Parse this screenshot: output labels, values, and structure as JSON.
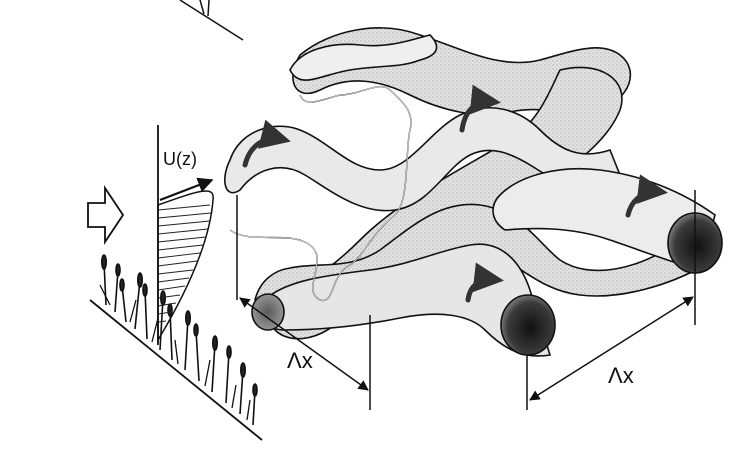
{
  "labels": {
    "velocity_profile": "U(z)",
    "wavelength_left": "Λx",
    "wavelength_right": "Λx"
  },
  "colors": {
    "ink": "#111111",
    "tube_fill": "#dcdcdc",
    "tube_shade": "#bdbdbd",
    "tube_end_dark": "#2a2a2a",
    "background": "#ffffff"
  },
  "icons": {
    "flow_arrow": "hollow-right-arrow",
    "vegetation": "reed-stalks",
    "vortex_rotation": "curved-arrow"
  }
}
